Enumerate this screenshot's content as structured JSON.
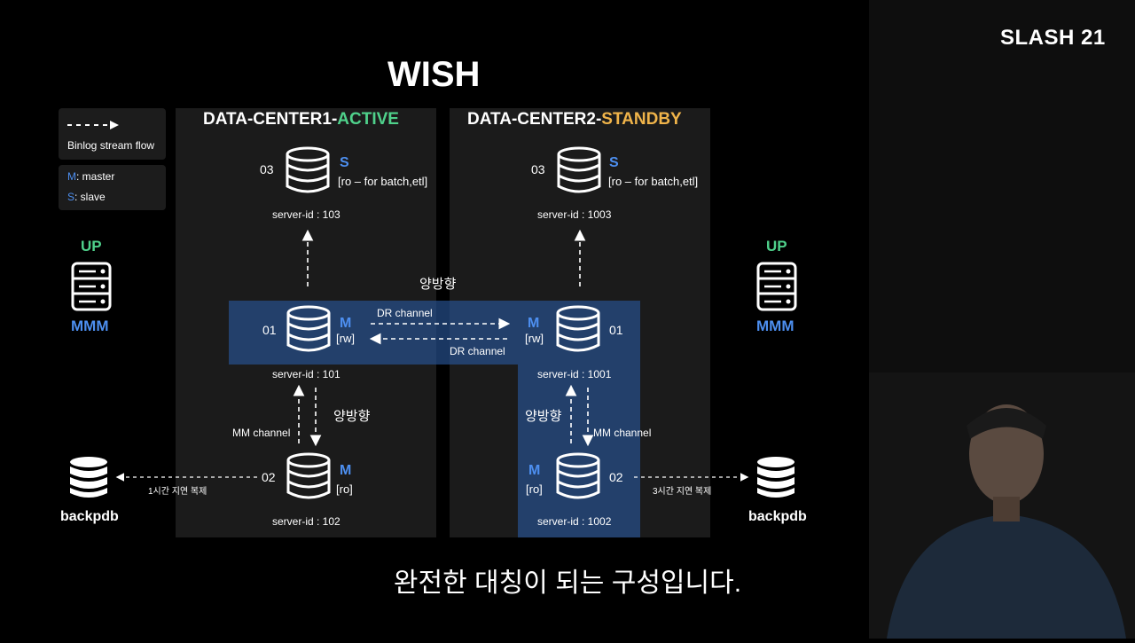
{
  "brand": "SLASH 21",
  "title": "WISH",
  "legend": {
    "flow_label": "Binlog stream flow",
    "m_key": "M",
    "m_val": ": master",
    "s_key": "S",
    "s_val": ": slave"
  },
  "dc1": {
    "title_prefix": "DATA-CENTER1-",
    "title_status": "ACTIVE"
  },
  "dc2": {
    "title_prefix": "DATA-CENTER2-",
    "title_status": "STANDBY"
  },
  "nodes": {
    "dc1_03": {
      "num": "03",
      "role": "S",
      "note": "[ro – for batch,etl]",
      "sid": "server-id : 103"
    },
    "dc1_01": {
      "num": "01",
      "role": "M",
      "note": "[rw]",
      "sid": "server-id : 101"
    },
    "dc1_02": {
      "num": "02",
      "role": "M",
      "note": "[ro]",
      "sid": "server-id : 102"
    },
    "dc2_03": {
      "num": "03",
      "role": "S",
      "note": "[ro – for batch,etl]",
      "sid": "server-id : 1003"
    },
    "dc2_01": {
      "num": "01",
      "role": "M",
      "note": "[rw]",
      "sid": "server-id : 1001"
    },
    "dc2_02": {
      "num": "02",
      "role": "M",
      "note": "[ro]",
      "sid": "server-id : 1002"
    }
  },
  "channels": {
    "bidirectional": "양방향",
    "dr_top": "DR channel",
    "dr_bottom": "DR channel",
    "mm_left": "MM channel",
    "mm_right": "MM channel",
    "delay_left": "1시간 지연 복제",
    "delay_right": "3시간 지연 복제"
  },
  "sides": {
    "left": {
      "up": "UP",
      "mmm": "MMM",
      "backup": "backpdb"
    },
    "right": {
      "up": "UP",
      "mmm": "MMM",
      "backup": "backpdb"
    }
  },
  "subtitle": "완전한 대칭이 되는 구성입니다.",
  "colors": {
    "active": "#4fd18b",
    "standby": "#f0b44a",
    "accent": "#4d8ff0",
    "highlight": "#2855a0"
  }
}
